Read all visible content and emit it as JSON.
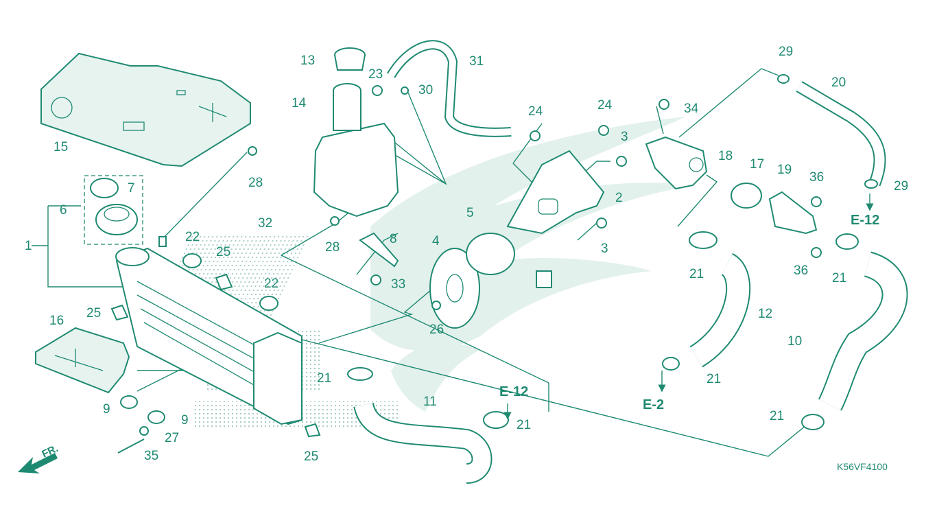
{
  "diagram_code": "K56VF4100",
  "front_marker": "FR.",
  "references": {
    "e12_top": "E-12",
    "e12_bottom": "E-12",
    "e2": "E-2"
  },
  "callouts": [
    {
      "id": "c1",
      "text": "1"
    },
    {
      "id": "c2",
      "text": "2"
    },
    {
      "id": "c3a",
      "text": "3"
    },
    {
      "id": "c3b",
      "text": "3"
    },
    {
      "id": "c4",
      "text": "4"
    },
    {
      "id": "c5",
      "text": "5"
    },
    {
      "id": "c6",
      "text": "6"
    },
    {
      "id": "c7",
      "text": "7"
    },
    {
      "id": "c8",
      "text": "8"
    },
    {
      "id": "c9a",
      "text": "9"
    },
    {
      "id": "c9b",
      "text": "9"
    },
    {
      "id": "c10",
      "text": "10"
    },
    {
      "id": "c11",
      "text": "11"
    },
    {
      "id": "c12",
      "text": "12"
    },
    {
      "id": "c13",
      "text": "13"
    },
    {
      "id": "c14",
      "text": "14"
    },
    {
      "id": "c15",
      "text": "15"
    },
    {
      "id": "c16",
      "text": "16"
    },
    {
      "id": "c17",
      "text": "17"
    },
    {
      "id": "c18",
      "text": "18"
    },
    {
      "id": "c19",
      "text": "19"
    },
    {
      "id": "c20",
      "text": "20"
    },
    {
      "id": "c21a",
      "text": "21"
    },
    {
      "id": "c21b",
      "text": "21"
    },
    {
      "id": "c21c",
      "text": "21"
    },
    {
      "id": "c21d",
      "text": "21"
    },
    {
      "id": "c21e",
      "text": "21"
    },
    {
      "id": "c21f",
      "text": "21"
    },
    {
      "id": "c22a",
      "text": "22"
    },
    {
      "id": "c22b",
      "text": "22"
    },
    {
      "id": "c23",
      "text": "23"
    },
    {
      "id": "c24a",
      "text": "24"
    },
    {
      "id": "c24b",
      "text": "24"
    },
    {
      "id": "c25a",
      "text": "25"
    },
    {
      "id": "c25b",
      "text": "25"
    },
    {
      "id": "c25c",
      "text": "25"
    },
    {
      "id": "c26",
      "text": "26"
    },
    {
      "id": "c27",
      "text": "27"
    },
    {
      "id": "c28a",
      "text": "28"
    },
    {
      "id": "c28b",
      "text": "28"
    },
    {
      "id": "c29a",
      "text": "29"
    },
    {
      "id": "c29b",
      "text": "29"
    },
    {
      "id": "c30",
      "text": "30"
    },
    {
      "id": "c31",
      "text": "31"
    },
    {
      "id": "c32",
      "text": "32"
    },
    {
      "id": "c33",
      "text": "33"
    },
    {
      "id": "c34",
      "text": "34"
    },
    {
      "id": "c35",
      "text": "35"
    },
    {
      "id": "c36a",
      "text": "36"
    },
    {
      "id": "c36b",
      "text": "36"
    }
  ],
  "colors": {
    "line": "#1f8a72",
    "watermark": "#e3f1ec",
    "background": "#ffffff"
  }
}
